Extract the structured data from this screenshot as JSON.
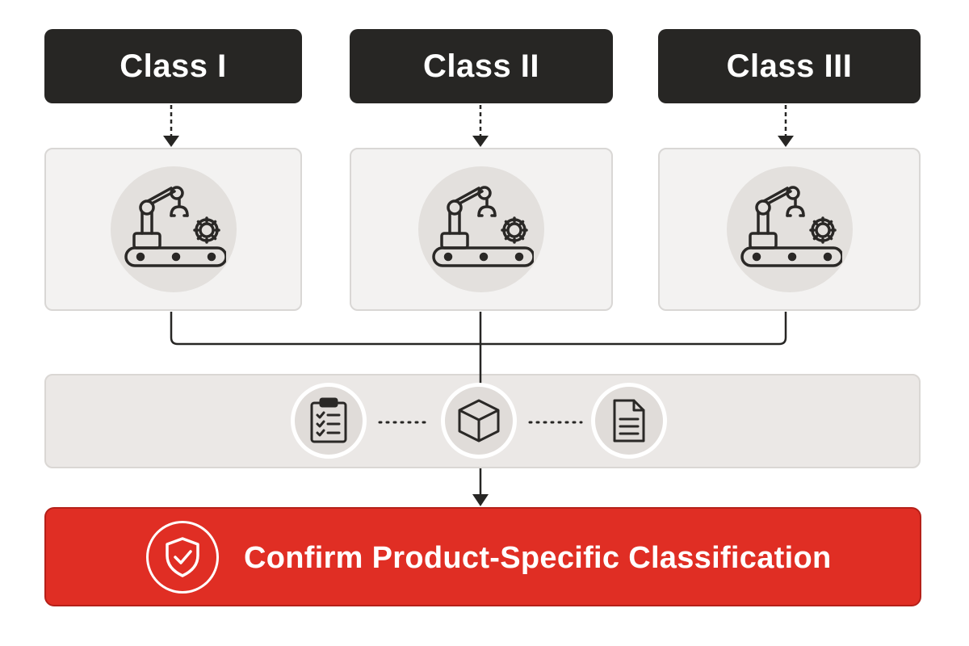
{
  "classes": [
    {
      "label": "Class I",
      "icon": "robotic-arm-conveyor-gear-icon"
    },
    {
      "label": "Class II",
      "icon": "robotic-arm-conveyor-gear-icon"
    },
    {
      "label": "Class III",
      "icon": "robotic-arm-conveyor-gear-icon"
    }
  ],
  "process_steps": [
    {
      "icon": "clipboard-checklist-icon"
    },
    {
      "icon": "box-icon"
    },
    {
      "icon": "document-icon"
    }
  ],
  "confirm": {
    "label": "Confirm Product-Specific Classification",
    "icon": "shield-check-icon"
  },
  "colors": {
    "header_bg": "#272624",
    "card_bg": "#f3f2f1",
    "band_bg": "#ebe8e6",
    "accent_red": "#e02e24",
    "line": "#272624"
  }
}
